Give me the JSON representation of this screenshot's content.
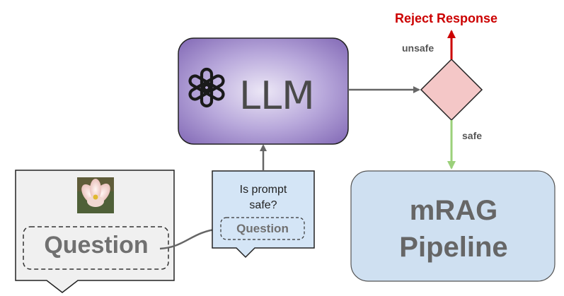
{
  "llm": {
    "label": "LLM"
  },
  "decision": {
    "unsafe_label": "unsafe",
    "safe_label": "safe",
    "reject_label": "Reject Response"
  },
  "pipeline": {
    "label_line1": "mRAG",
    "label_line2": "Pipeline"
  },
  "input_card": {
    "question_label": "Question"
  },
  "prompt_check": {
    "line1": "Is prompt",
    "line2": "safe?",
    "question_label": "Question"
  },
  "colors": {
    "llm_purple_center": "#e6e0f2",
    "llm_purple_edge": "#8d76bd",
    "diamond_fill": "#f4c7c7",
    "reject_red": "#cc0000",
    "safe_green": "#9bd07a",
    "pipeline_blue": "#cfe0f1",
    "prompt_box_blue": "#d4e5f6",
    "input_card_gray": "#f0f0f0",
    "arrow_gray": "#666666"
  },
  "icons": {
    "llm_logo": "openai-logo-icon",
    "thumbnail": "flower-image"
  }
}
